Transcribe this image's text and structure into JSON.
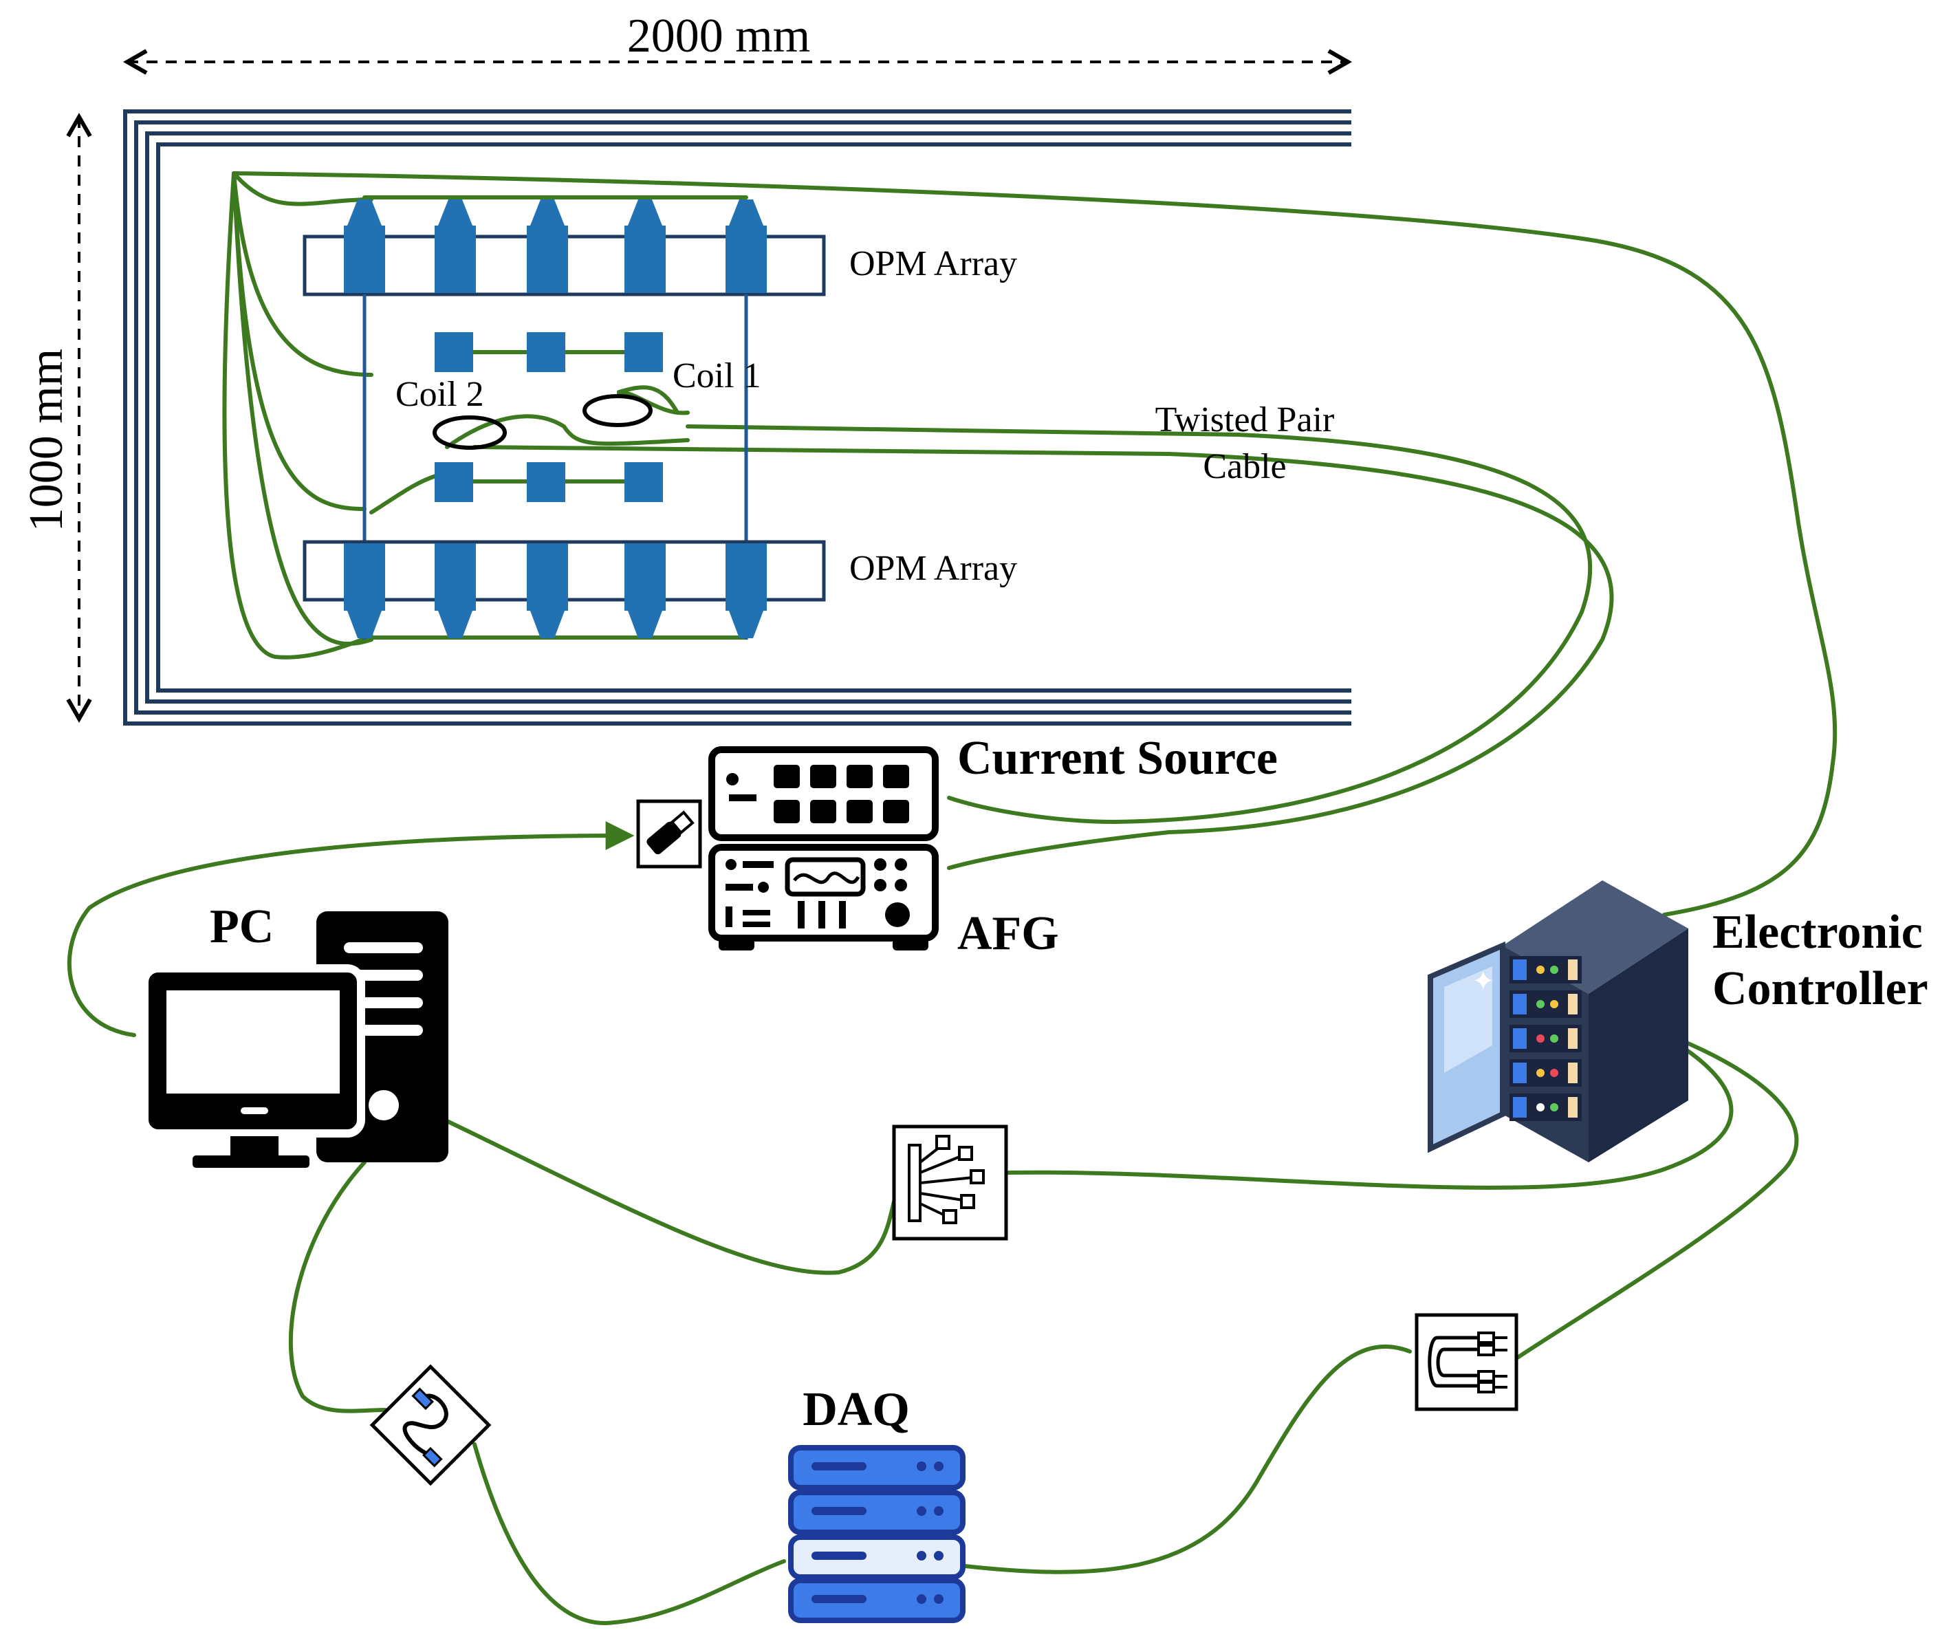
{
  "dimensions": {
    "width_label": "2000 mm",
    "height_label": "1000 mm"
  },
  "labels": {
    "opm_array_top": "OPM Array",
    "opm_array_bottom": "OPM Array",
    "coil_1": "Coil 1",
    "coil_2": "Coil 2",
    "twisted_pair_line1": "Twisted Pair",
    "twisted_pair_line2": "Cable",
    "current_source": "Current Source",
    "afg": "AFG",
    "pc": "PC",
    "electronic_controller_line1": "Electronic",
    "electronic_controller_line2": "Controller",
    "daq": "DAQ"
  },
  "icons": [
    "usb-stick-icon",
    "current-source-icon",
    "afg-icon",
    "pc-monitor-icon",
    "pc-tower-icon",
    "server-rack-icon",
    "cable-bundle-icon",
    "connector-cable-icon",
    "usb-cable-icon",
    "daq-server-icon"
  ],
  "colors": {
    "wire": "#3d7a1f",
    "opm": "#2271b3",
    "shield": "#1e3a5f",
    "daq_blue": "#3d7be8",
    "rack_dark": "#2d3a55"
  }
}
